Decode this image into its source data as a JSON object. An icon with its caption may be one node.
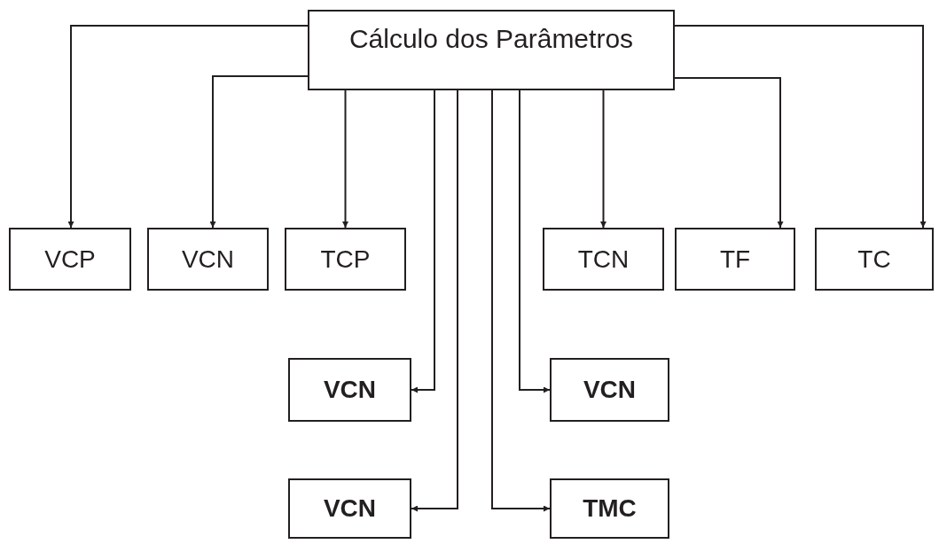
{
  "diagram": {
    "nodes": [
      {
        "text": [
          "Cálculo dos Parâmetros"
        ]
      },
      {
        "text": [
          "VCP"
        ]
      },
      {
        "text": [
          "VCN"
        ]
      },
      {
        "text": [
          "TCP"
        ]
      },
      {
        "text": [
          "TCN"
        ]
      },
      {
        "text": [
          "TF"
        ]
      },
      {
        "text": [
          "TC"
        ]
      },
      {
        "text": [
          "VCN"
        ]
      },
      {
        "text": [
          "VCN"
        ]
      },
      {
        "text": [
          "VCN"
        ]
      },
      {
        "text": [
          "TMC"
        ]
      }
    ],
    "edges": [
      {
        "from": 0,
        "to": 1,
        "arrow": "to"
      },
      {
        "from": 0,
        "to": 2,
        "arrow": "to"
      },
      {
        "from": 0,
        "to": 3,
        "arrow": "to"
      },
      {
        "from": 0,
        "to": 4,
        "arrow": "to"
      },
      {
        "from": 0,
        "to": 5,
        "arrow": "to"
      },
      {
        "from": 0,
        "to": 6,
        "arrow": "to"
      },
      {
        "from": 0,
        "to": 7,
        "arrow": "to"
      },
      {
        "from": 0,
        "to": 8,
        "arrow": "to"
      },
      {
        "from": 0,
        "to": 9,
        "arrow": "to"
      },
      {
        "from": 0,
        "to": 10,
        "arrow": "to"
      }
    ]
  }
}
